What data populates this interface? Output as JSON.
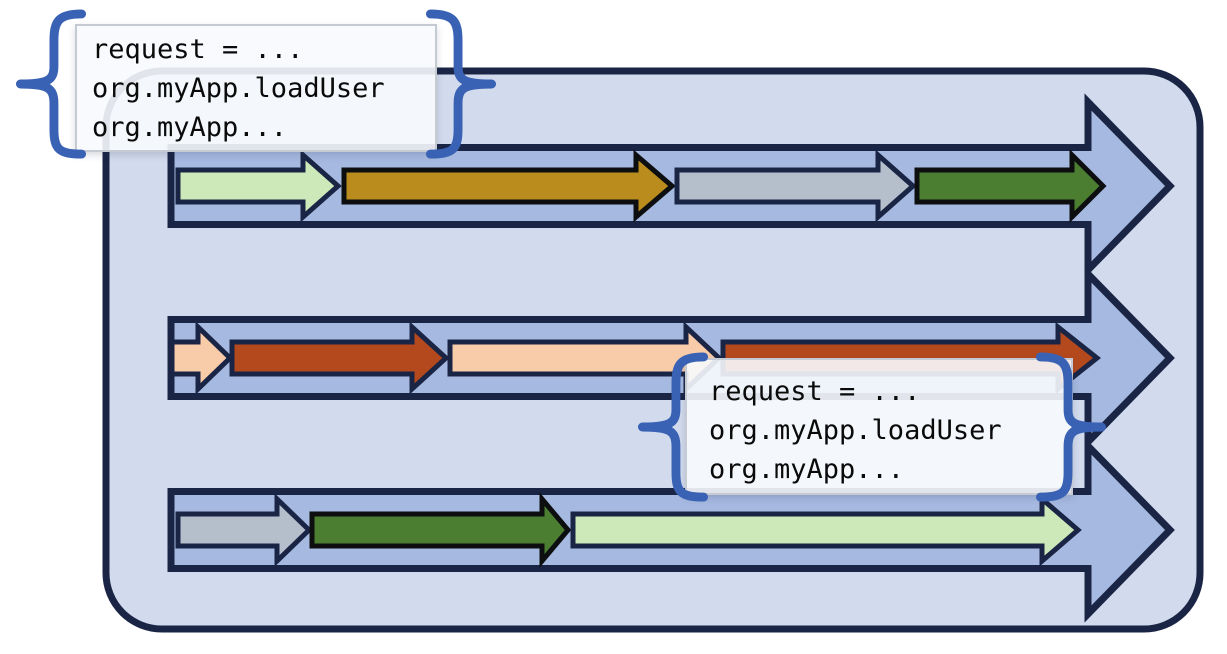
{
  "diagram": {
    "type": "process-lane-diagram",
    "colors": {
      "container_fill": "#d2dbed",
      "lane_fill": "#a6b9e0",
      "navy": "#1a2545",
      "black": "#0d0e10",
      "light_green": "#cde9ba",
      "goldenrod": "#b98c1d",
      "gray": "#b5bfcc",
      "dark_green": "#4b7e31",
      "peach": "#f8cba9",
      "rust": "#b5491e",
      "brace_blue": "#3a62b4",
      "callout_fill": "rgba(247,250,253,0.9)",
      "callout_border": "#c5cad3"
    },
    "lanes": [
      {
        "name": "lane-1",
        "segments": [
          "light_green",
          "goldenrod",
          "gray",
          "dark_green"
        ]
      },
      {
        "name": "lane-2",
        "segments": [
          "peach",
          "rust",
          "peach",
          "rust"
        ]
      },
      {
        "name": "lane-3",
        "segments": [
          "gray",
          "dark_green",
          "light_green"
        ]
      }
    ],
    "callouts": [
      {
        "icon_left": "left-curly-brace-icon",
        "icon_right": "right-curly-brace-icon",
        "lines": [
          "request = ...",
          "org.myApp.loadUser",
          "org.myApp..."
        ]
      },
      {
        "icon_left": "left-curly-brace-icon",
        "icon_right": "right-curly-brace-icon",
        "lines": [
          "request = ...",
          "org.myApp.loadUser",
          "org.myApp..."
        ]
      }
    ]
  }
}
